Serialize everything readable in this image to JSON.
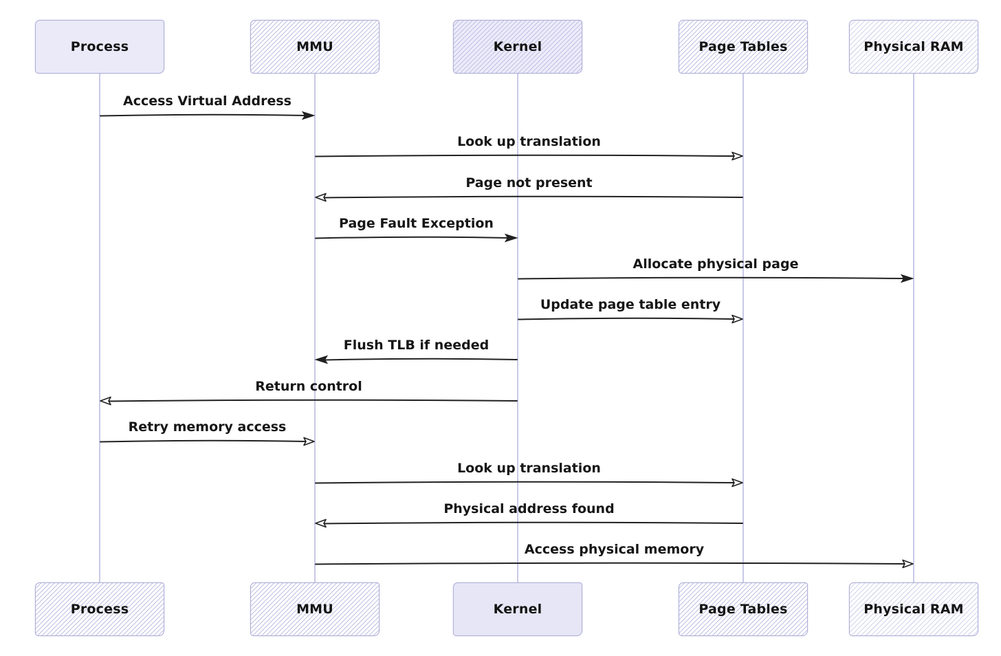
{
  "diagram": {
    "type": "sequence",
    "actors": [
      {
        "id": "process",
        "label": "Process"
      },
      {
        "id": "mmu",
        "label": "MMU"
      },
      {
        "id": "kernel",
        "label": "Kernel"
      },
      {
        "id": "pagetables",
        "label": "Page Tables"
      },
      {
        "id": "ram",
        "label": "Physical RAM"
      }
    ],
    "messages": [
      {
        "from": "process",
        "to": "mmu",
        "label": "Access Virtual Address",
        "arrowhead": "solid"
      },
      {
        "from": "mmu",
        "to": "pagetables",
        "label": "Look up translation",
        "arrowhead": "open"
      },
      {
        "from": "pagetables",
        "to": "mmu",
        "label": "Page not present",
        "arrowhead": "open"
      },
      {
        "from": "mmu",
        "to": "kernel",
        "label": "Page Fault Exception",
        "arrowhead": "solid"
      },
      {
        "from": "kernel",
        "to": "ram",
        "label": "Allocate physical page",
        "arrowhead": "solid"
      },
      {
        "from": "kernel",
        "to": "pagetables",
        "label": "Update page table entry",
        "arrowhead": "open"
      },
      {
        "from": "kernel",
        "to": "mmu",
        "label": "Flush TLB if needed",
        "arrowhead": "solid"
      },
      {
        "from": "kernel",
        "to": "process",
        "label": "Return control",
        "arrowhead": "open"
      },
      {
        "from": "process",
        "to": "mmu",
        "label": "Retry memory access",
        "arrowhead": "open"
      },
      {
        "from": "mmu",
        "to": "pagetables",
        "label": "Look up translation",
        "arrowhead": "open"
      },
      {
        "from": "pagetables",
        "to": "mmu",
        "label": "Physical address found",
        "arrowhead": "open"
      },
      {
        "from": "mmu",
        "to": "ram",
        "label": "Access physical memory",
        "arrowhead": "open"
      }
    ],
    "colors": {
      "box_fill": "#eaeaf9",
      "box_border": "#b0b0d8",
      "lifeline": "#c9c9e8",
      "arrow": "#212121",
      "text": "#161616",
      "background": "#ffffff"
    }
  }
}
